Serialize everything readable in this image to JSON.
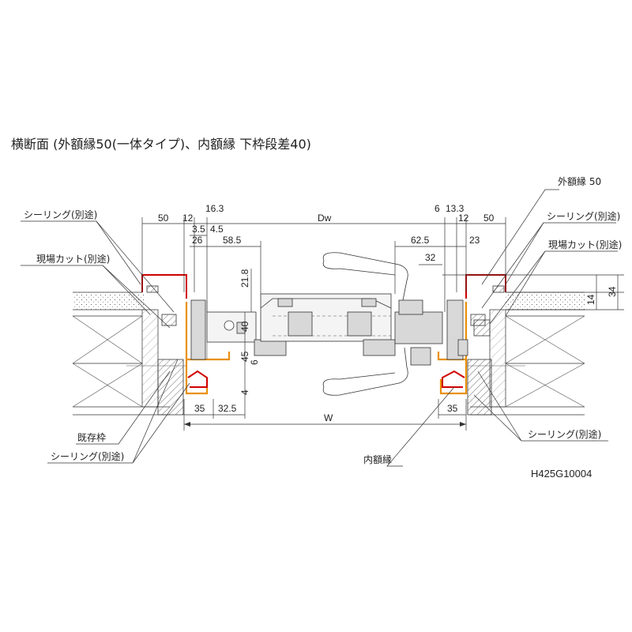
{
  "title": "横断面 (外額縁50(一体タイプ)、内額縁 下枠段差40)",
  "code": "H425G10004",
  "labels": {
    "sealing_tl": "シーリング(別途)",
    "genba_cut_l": "現場カット(別途)",
    "kison_waku": "既存枠",
    "sealing_bl": "シーリング(別途)",
    "gai_gakubuchi": "外額縁 50",
    "sealing_tr": "シーリング(別途)",
    "genba_cut_r": "現場カット(別途)",
    "sealing_br": "シーリング(別途)",
    "nai_gakubuchi": "内額縁"
  },
  "dims": {
    "l_50": "50",
    "l_12": "12",
    "l_16_3": "16.3",
    "l_3_5": "3.5",
    "l_4_5": "4.5",
    "l_26": "26",
    "l_58_5": "58.5",
    "l_21_8": "21.8",
    "l_40": "40",
    "l_45": "45",
    "l_6": "6",
    "l_4": "4",
    "l_35": "35",
    "l_32_5": "32.5",
    "dw": "Dw",
    "w": "W",
    "r_6": "6",
    "r_13_3": "13.3",
    "r_12": "12",
    "r_50": "50",
    "r_62_5": "62.5",
    "r_23": "23",
    "r_32": "32",
    "r_14": "14",
    "r_34": "34",
    "r_35": "35"
  }
}
